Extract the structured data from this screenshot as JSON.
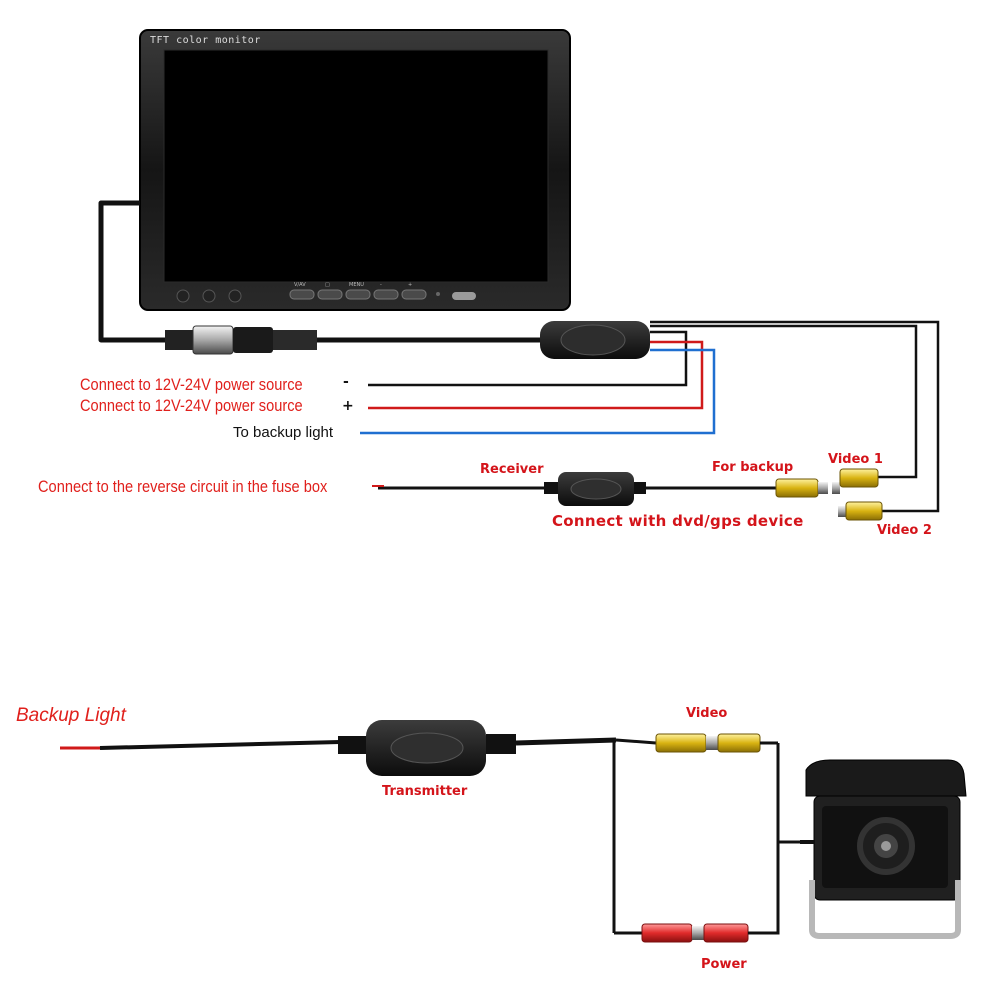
{
  "monitor": {
    "title": "TFT color monitor",
    "buttons": [
      "V/AV",
      "□",
      "MENU",
      "-",
      "+"
    ]
  },
  "wiring": {
    "power_neg": {
      "label": "Connect to 12V-24V power source",
      "symbol": "-"
    },
    "power_pos": {
      "label": "Connect to 12V-24V power source",
      "symbol": "+"
    },
    "backup_light": "To backup light",
    "reverse_circuit": "Connect to the reverse circuit in the fuse box",
    "receiver": "Receiver",
    "for_backup": "For backup",
    "video1": "Video 1",
    "video2": "Video 2",
    "dvd_gps": "Connect with dvd/gps device"
  },
  "camera_side": {
    "backup_light": "Backup   Light",
    "transmitter": "Transmitter",
    "video": "Video",
    "power": "Power"
  },
  "colors": {
    "wire_black": "#111111",
    "wire_red": "#d01a1a",
    "wire_blue": "#1f6fd0",
    "rca_yellow": "#e8c21a",
    "plug_red": "#e23a3a",
    "label_red": "#e0201c"
  }
}
